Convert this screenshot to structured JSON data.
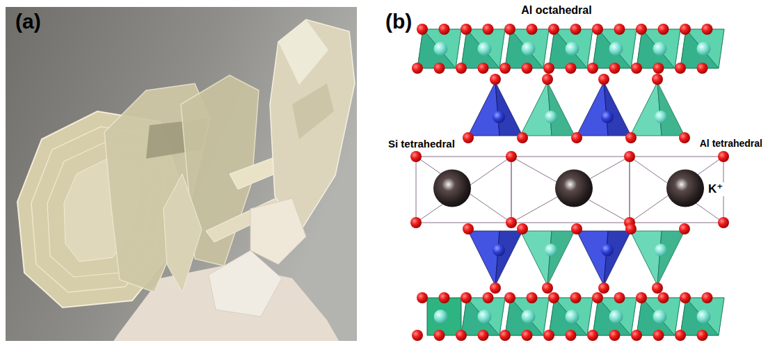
{
  "diagram": {
    "labels": [
      "(a)",
      "(b)",
      "Al octahedral",
      "Si tetrahedral",
      "Al tetrahedral",
      "K⁺"
    ]
  }
}
